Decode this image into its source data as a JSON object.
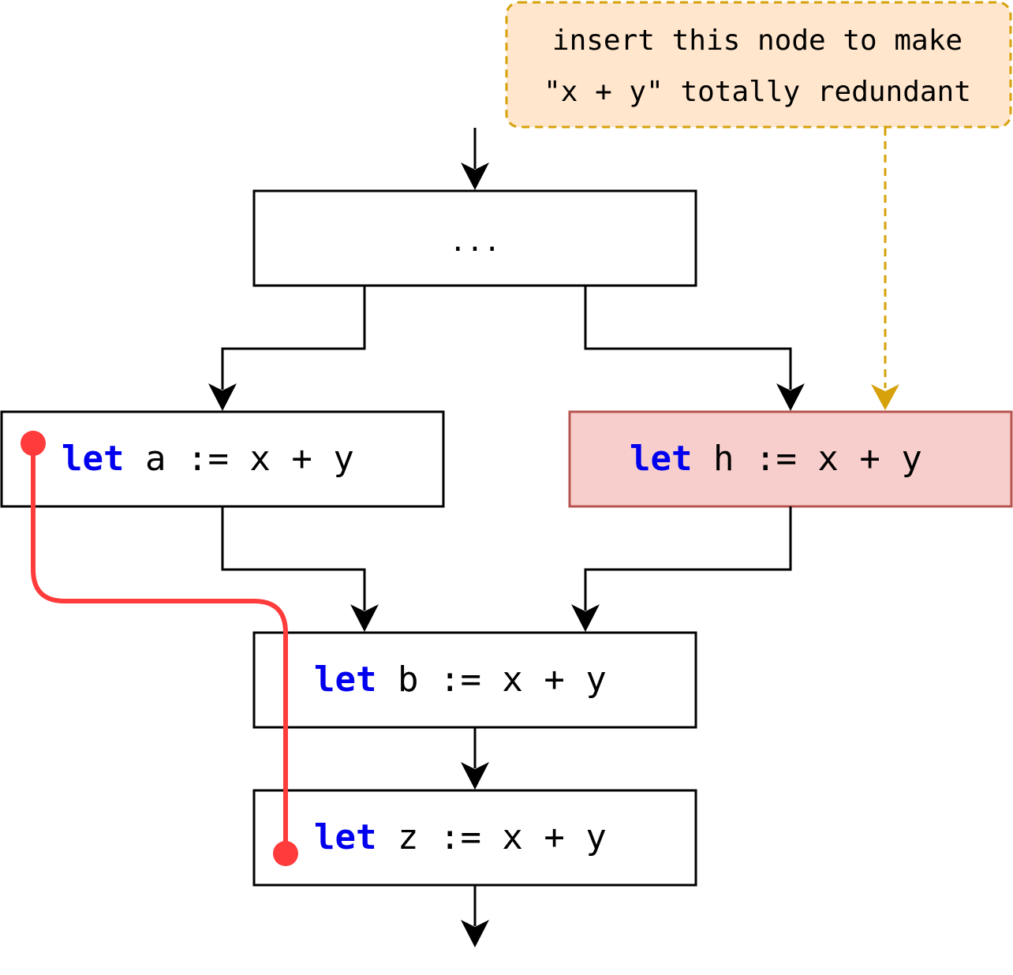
{
  "note": {
    "line1": "insert this node to make",
    "line2": "\"x + y\" totally redundant",
    "fill": "#ffe6cc",
    "stroke": "#d6a10a"
  },
  "nodes": {
    "top": {
      "text": "..."
    },
    "left": {
      "keyword": "let",
      "rest": " a := x + y"
    },
    "right": {
      "keyword": "let",
      "rest": " h := x + y",
      "fill": "#f8cecc",
      "stroke": "#b85450"
    },
    "middle": {
      "keyword": "let",
      "rest": " b := x + y"
    },
    "bottom": {
      "keyword": "let",
      "rest": " z := x + y"
    }
  },
  "colors": {
    "keyword": "#0000ee",
    "dependency": "#ff3b3b",
    "edge": "#000000"
  }
}
